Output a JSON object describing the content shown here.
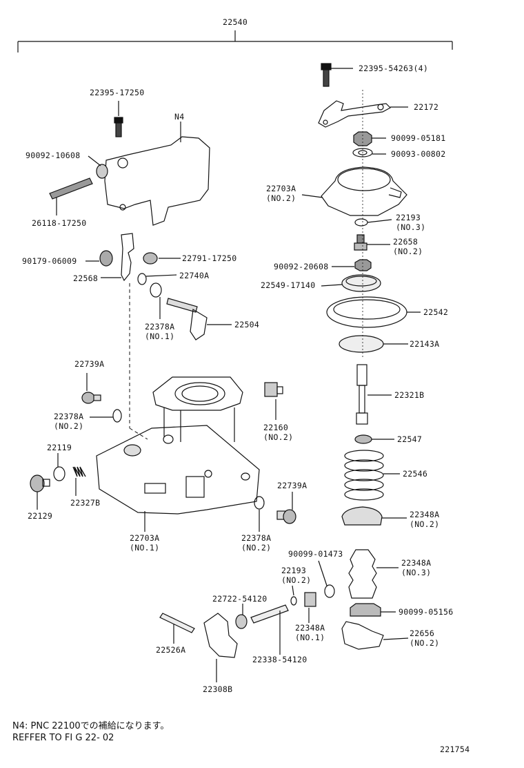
{
  "assembly": {
    "number": "22540"
  },
  "parts": [
    {
      "id": "p1",
      "text": "22395-54263(4)"
    },
    {
      "id": "p2",
      "text": "22172"
    },
    {
      "id": "p3",
      "text": "90099-05181"
    },
    {
      "id": "p4",
      "text": "90093-00802"
    },
    {
      "id": "p5",
      "text": "22703A\n(NO.2)"
    },
    {
      "id": "p6",
      "text": "22193\n(NO.3)"
    },
    {
      "id": "p7",
      "text": "22658\n(NO.2)"
    },
    {
      "id": "p8",
      "text": "90092-20608"
    },
    {
      "id": "p9",
      "text": "22549-17140"
    },
    {
      "id": "p10",
      "text": "22542"
    },
    {
      "id": "p11",
      "text": "22143A"
    },
    {
      "id": "p12",
      "text": "22321B"
    },
    {
      "id": "p13",
      "text": "22547"
    },
    {
      "id": "p14",
      "text": "22546"
    },
    {
      "id": "p15",
      "text": "22348A\n(NO.2)"
    },
    {
      "id": "p16",
      "text": "90099-01473"
    },
    {
      "id": "p17",
      "text": "22348A\n(NO.3)"
    },
    {
      "id": "p18",
      "text": "90099-05156"
    },
    {
      "id": "p19",
      "text": "22656\n(NO.2)"
    },
    {
      "id": "p20",
      "text": "22395-17250"
    },
    {
      "id": "p21",
      "text": "N4"
    },
    {
      "id": "p22",
      "text": "90092-10608"
    },
    {
      "id": "p23",
      "text": "26118-17250"
    },
    {
      "id": "p24",
      "text": "90179-06009"
    },
    {
      "id": "p25",
      "text": "22791-17250"
    },
    {
      "id": "p26",
      "text": "22568"
    },
    {
      "id": "p27",
      "text": "22740A"
    },
    {
      "id": "p28",
      "text": "22378A\n(NO.1)"
    },
    {
      "id": "p29",
      "text": "22504"
    },
    {
      "id": "p30",
      "text": "22739A"
    },
    {
      "id": "p31",
      "text": "22378A\n(NO.2)"
    },
    {
      "id": "p32",
      "text": "22160\n(NO.2)"
    },
    {
      "id": "p33",
      "text": "22119"
    },
    {
      "id": "p34",
      "text": "22327B"
    },
    {
      "id": "p35",
      "text": "22129"
    },
    {
      "id": "p36",
      "text": "22703A\n(NO.1)"
    },
    {
      "id": "p37",
      "text": "22739A"
    },
    {
      "id": "p38",
      "text": "22378A\n(NO.2)"
    },
    {
      "id": "p39",
      "text": "22193\n(NO.2)"
    },
    {
      "id": "p40",
      "text": "22722-54120"
    },
    {
      "id": "p41",
      "text": "22348A\n(NO.1)"
    },
    {
      "id": "p42",
      "text": "22526A"
    },
    {
      "id": "p43",
      "text": "22338-54120"
    },
    {
      "id": "p44",
      "text": "22308B"
    }
  ],
  "notes": {
    "line1": "N4: PNC 22100での補給になります。",
    "line2": "REFFER TO FI G 22- 02"
  },
  "figure_number": "221754"
}
